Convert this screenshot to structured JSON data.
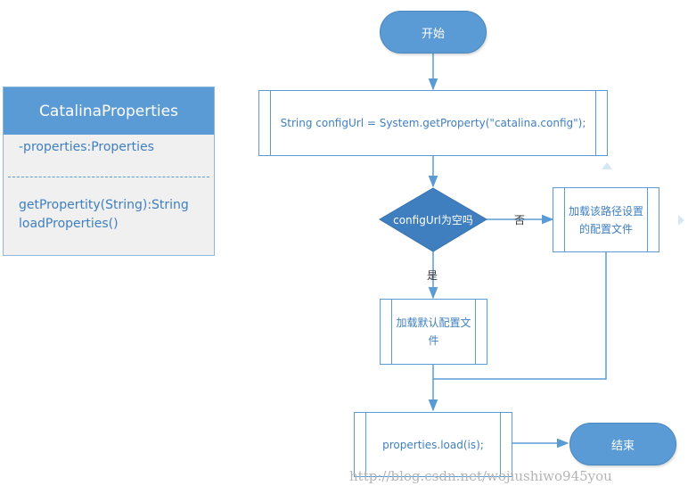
{
  "uml": {
    "class_name": "CatalinaProperties",
    "attribute": "-properties:Properties",
    "methods": [
      "getPropertity(String):String",
      "loadProperties()"
    ]
  },
  "flow": {
    "start": "开始",
    "get_config": "String configUrl = System.getProperty(\"catalina.config\");",
    "decision": "configUrl为空吗",
    "no_label": "否",
    "yes_label": "是",
    "load_path": "加载该路径设置的配置文件",
    "load_default": "加载默认配置文件",
    "load_props": "properties.load(is);",
    "end": "结束"
  },
  "watermark": "http://blog.csdn.net/wojiushiwo945you",
  "colors": {
    "accent": "#5b9bd5",
    "text": "#3f7fc0"
  }
}
